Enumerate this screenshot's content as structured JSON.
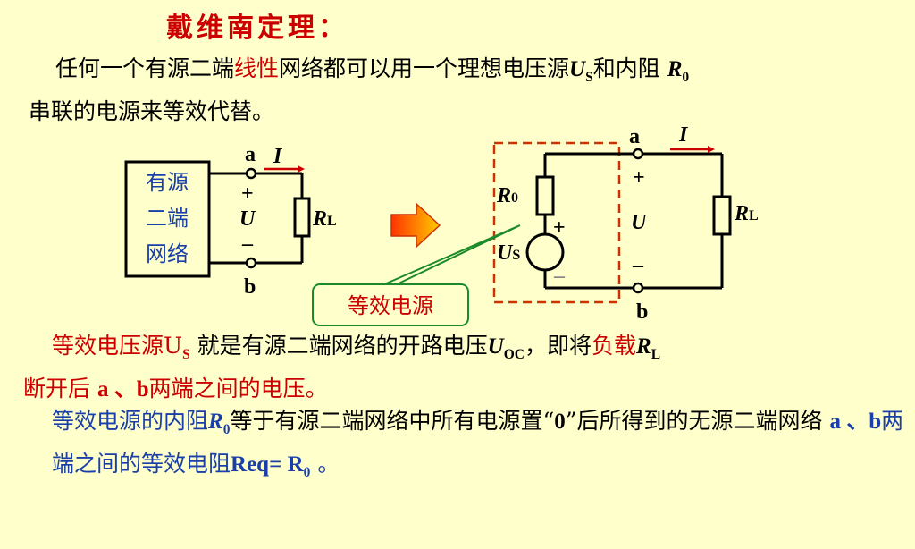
{
  "title": "戴维南定理：",
  "intro": {
    "part1": "任何一个有源二端",
    "highlight": "线性",
    "part2": "网络都可以用一个理想电压源",
    "us": "U",
    "us_sub": "S",
    "part3": "和内阻 ",
    "r0": "R",
    "r0_sub": "0",
    "part4": "串联的电源来等效代替。"
  },
  "left_circuit": {
    "box_lines": [
      "有源",
      "二端",
      "网络"
    ],
    "terminal_a": "a",
    "terminal_b": "b",
    "current": "I",
    "plus": "+",
    "minus": "–",
    "voltage": "U",
    "load": "R",
    "load_sub": "L"
  },
  "right_circuit": {
    "terminal_a": "a",
    "terminal_b": "b",
    "current": "I",
    "plus": "+",
    "minus": "–",
    "voltage": "U",
    "r0": "R",
    "r0_sub": "0",
    "us": "U",
    "us_sub": "S",
    "source_plus": "+",
    "source_minus": "–",
    "load": "R",
    "load_sub": "L",
    "callout": "等效电源"
  },
  "para2": {
    "lead": "等效电压源U",
    "lead_sub": "S",
    "text1": " 就是有源二端网络的开路电压",
    "uoc": "U",
    "uoc_sub": "OC",
    "text2": "，即将",
    "load_word": "负载",
    "rl": "R",
    "rl_sub": "L",
    "text3": "断开后 ",
    "ab": "a 、b",
    "text4": "两端之间的电压。"
  },
  "para3": {
    "lead": "等效电源的内阻",
    "r0": "R",
    "r0_sub": "0",
    "text1": "等于有源二端网络中所有电源置“",
    "zero": "0",
    "text2": "”后所得到的无源二端网络 ",
    "ab": "a 、b",
    "text3": "两端之间的等效电阻",
    "req": "Req= R",
    "req_sub": "0",
    "end": " 。"
  },
  "colors": {
    "background": "#ffffcc",
    "red": "#cc0000",
    "blue": "#1a3fa8",
    "green": "#1a8a2a",
    "dashed": "#cc3300"
  }
}
